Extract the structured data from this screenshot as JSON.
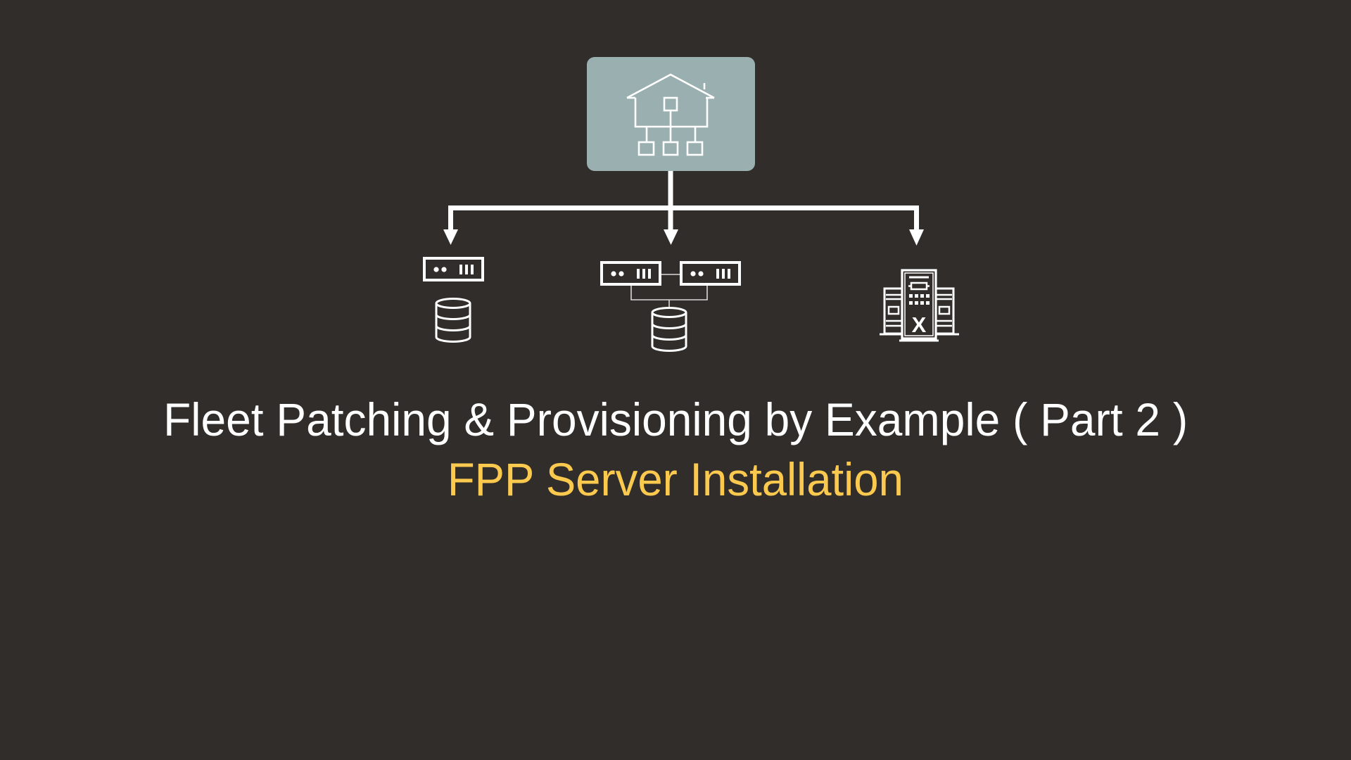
{
  "slide": {
    "title": "Fleet Patching & Provisioning by Example ( Part 2 )",
    "subtitle": "FPP Server Installation"
  },
  "colors": {
    "background": "#312d2b",
    "title": "#ffffff",
    "subtitle": "#fcc94f",
    "hub_box": "#9aafaf",
    "lines": "#ffffff"
  },
  "diagram": {
    "hub": {
      "icon": "house-network-icon",
      "meaning": "FPP server"
    },
    "targets": [
      {
        "name": "single-instance-target",
        "icons": [
          "server-icon",
          "database-icon"
        ]
      },
      {
        "name": "cluster-target",
        "icons": [
          "server-icon",
          "server-icon",
          "database-icon"
        ]
      },
      {
        "name": "exadata-target",
        "icons": [
          "exadata-rack-icon"
        ],
        "label": "X"
      }
    ]
  }
}
